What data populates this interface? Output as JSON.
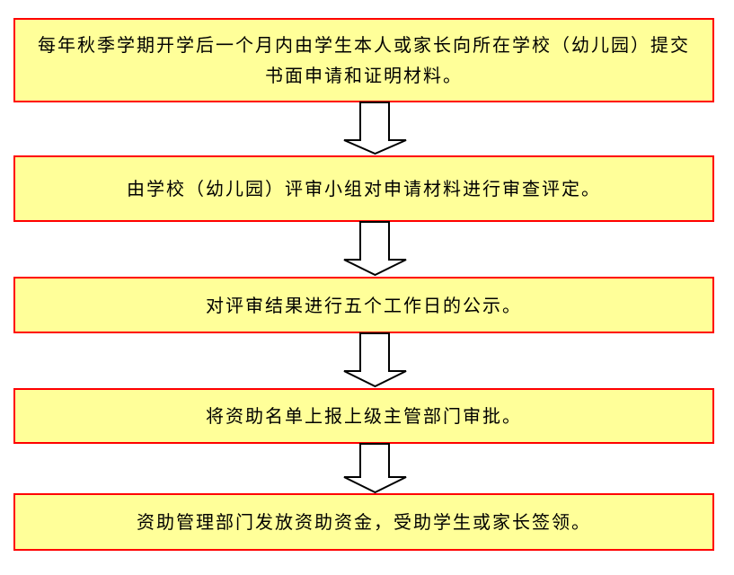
{
  "steps": [
    {
      "text": "每年秋季学期开学后一个月内由学生本人或家长向所在学校（幼儿园）提交书面申请和证明材料。"
    },
    {
      "text": "由学校（幼儿园）评审小组对申请材料进行审查评定。"
    },
    {
      "text": "对评审结果进行五个工作日的公示。"
    },
    {
      "text": "将资助名单上报上级主管部门审批。"
    },
    {
      "text": "资助管理部门发放资助资金，受助学生或家长签领。"
    }
  ],
  "colors": {
    "box_fill": "#FFFF99",
    "box_border": "#FF0000",
    "arrow": "#000000"
  }
}
